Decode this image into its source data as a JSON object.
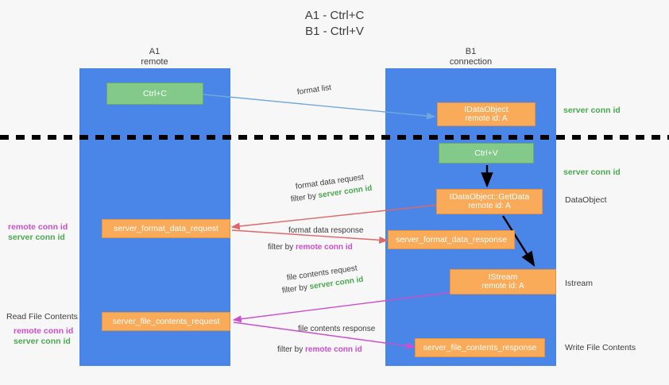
{
  "title": {
    "line1": "A1 - Ctrl+C",
    "line2": "B1 - Ctrl+V"
  },
  "lanes": [
    {
      "name": "A1",
      "sub": "remote"
    },
    {
      "name": "B1",
      "sub": "connection"
    }
  ],
  "boxes": {
    "ctrl_c": {
      "label": "Ctrl+C"
    },
    "ctrl_v": {
      "label": "Ctrl+V"
    },
    "data_object_create": {
      "line1": "IDataObject",
      "line2": "remote id: A"
    },
    "get_data": {
      "line1": "IDataObject::GetData",
      "line2": "remote id: A"
    },
    "istream": {
      "line1": "IStream",
      "line2": "remote id: A"
    },
    "format_data_request": {
      "label": "server_format_data_request"
    },
    "format_data_response": {
      "label": "server_format_data_response"
    },
    "file_contents_request": {
      "label": "server_file_contents_request"
    },
    "file_contents_response": {
      "label": "server_file_contents_response"
    }
  },
  "edge_labels": {
    "format_list": "format list",
    "format_data_request": "format data request",
    "format_data_request_filter_prefix": "filter by ",
    "format_data_request_filter_value": "server conn id",
    "format_data_response": "format data response",
    "format_data_response_filter_prefix": "filter by ",
    "format_data_response_filter_value": "remote conn id",
    "file_contents_request": "file contents request",
    "file_contents_request_filter_prefix": "filter by ",
    "file_contents_request_filter_value": "server conn id",
    "file_contents_response": "file contents response",
    "file_contents_response_filter_prefix": "filter by ",
    "file_contents_response_filter_value": "remote conn id"
  },
  "annotations": {
    "left_mid_remote": "remote conn id",
    "left_mid_server": "server conn id",
    "read_file_contents": "Read File Contents",
    "left_low_remote": "remote conn id",
    "left_low_server": "server conn id",
    "right_server_top": "server conn id",
    "right_server_mid": "server conn id",
    "right_data_object": "DataObject",
    "right_istream": "Istream",
    "right_write_file_contents": "Write File Contents"
  },
  "colors": {
    "lane": "#4a86e8",
    "green_box": "#82c98a",
    "orange_box": "#f9ab59",
    "arrow_blue": "#6fa8dc",
    "arrow_red": "#e06666",
    "arrow_magenta": "#cc4ecc",
    "arrow_black": "#000000",
    "text_green": "#4aa84f",
    "text_magenta": "#cc4ecc",
    "background": "#f7f7f7",
    "divider": "#000000"
  }
}
